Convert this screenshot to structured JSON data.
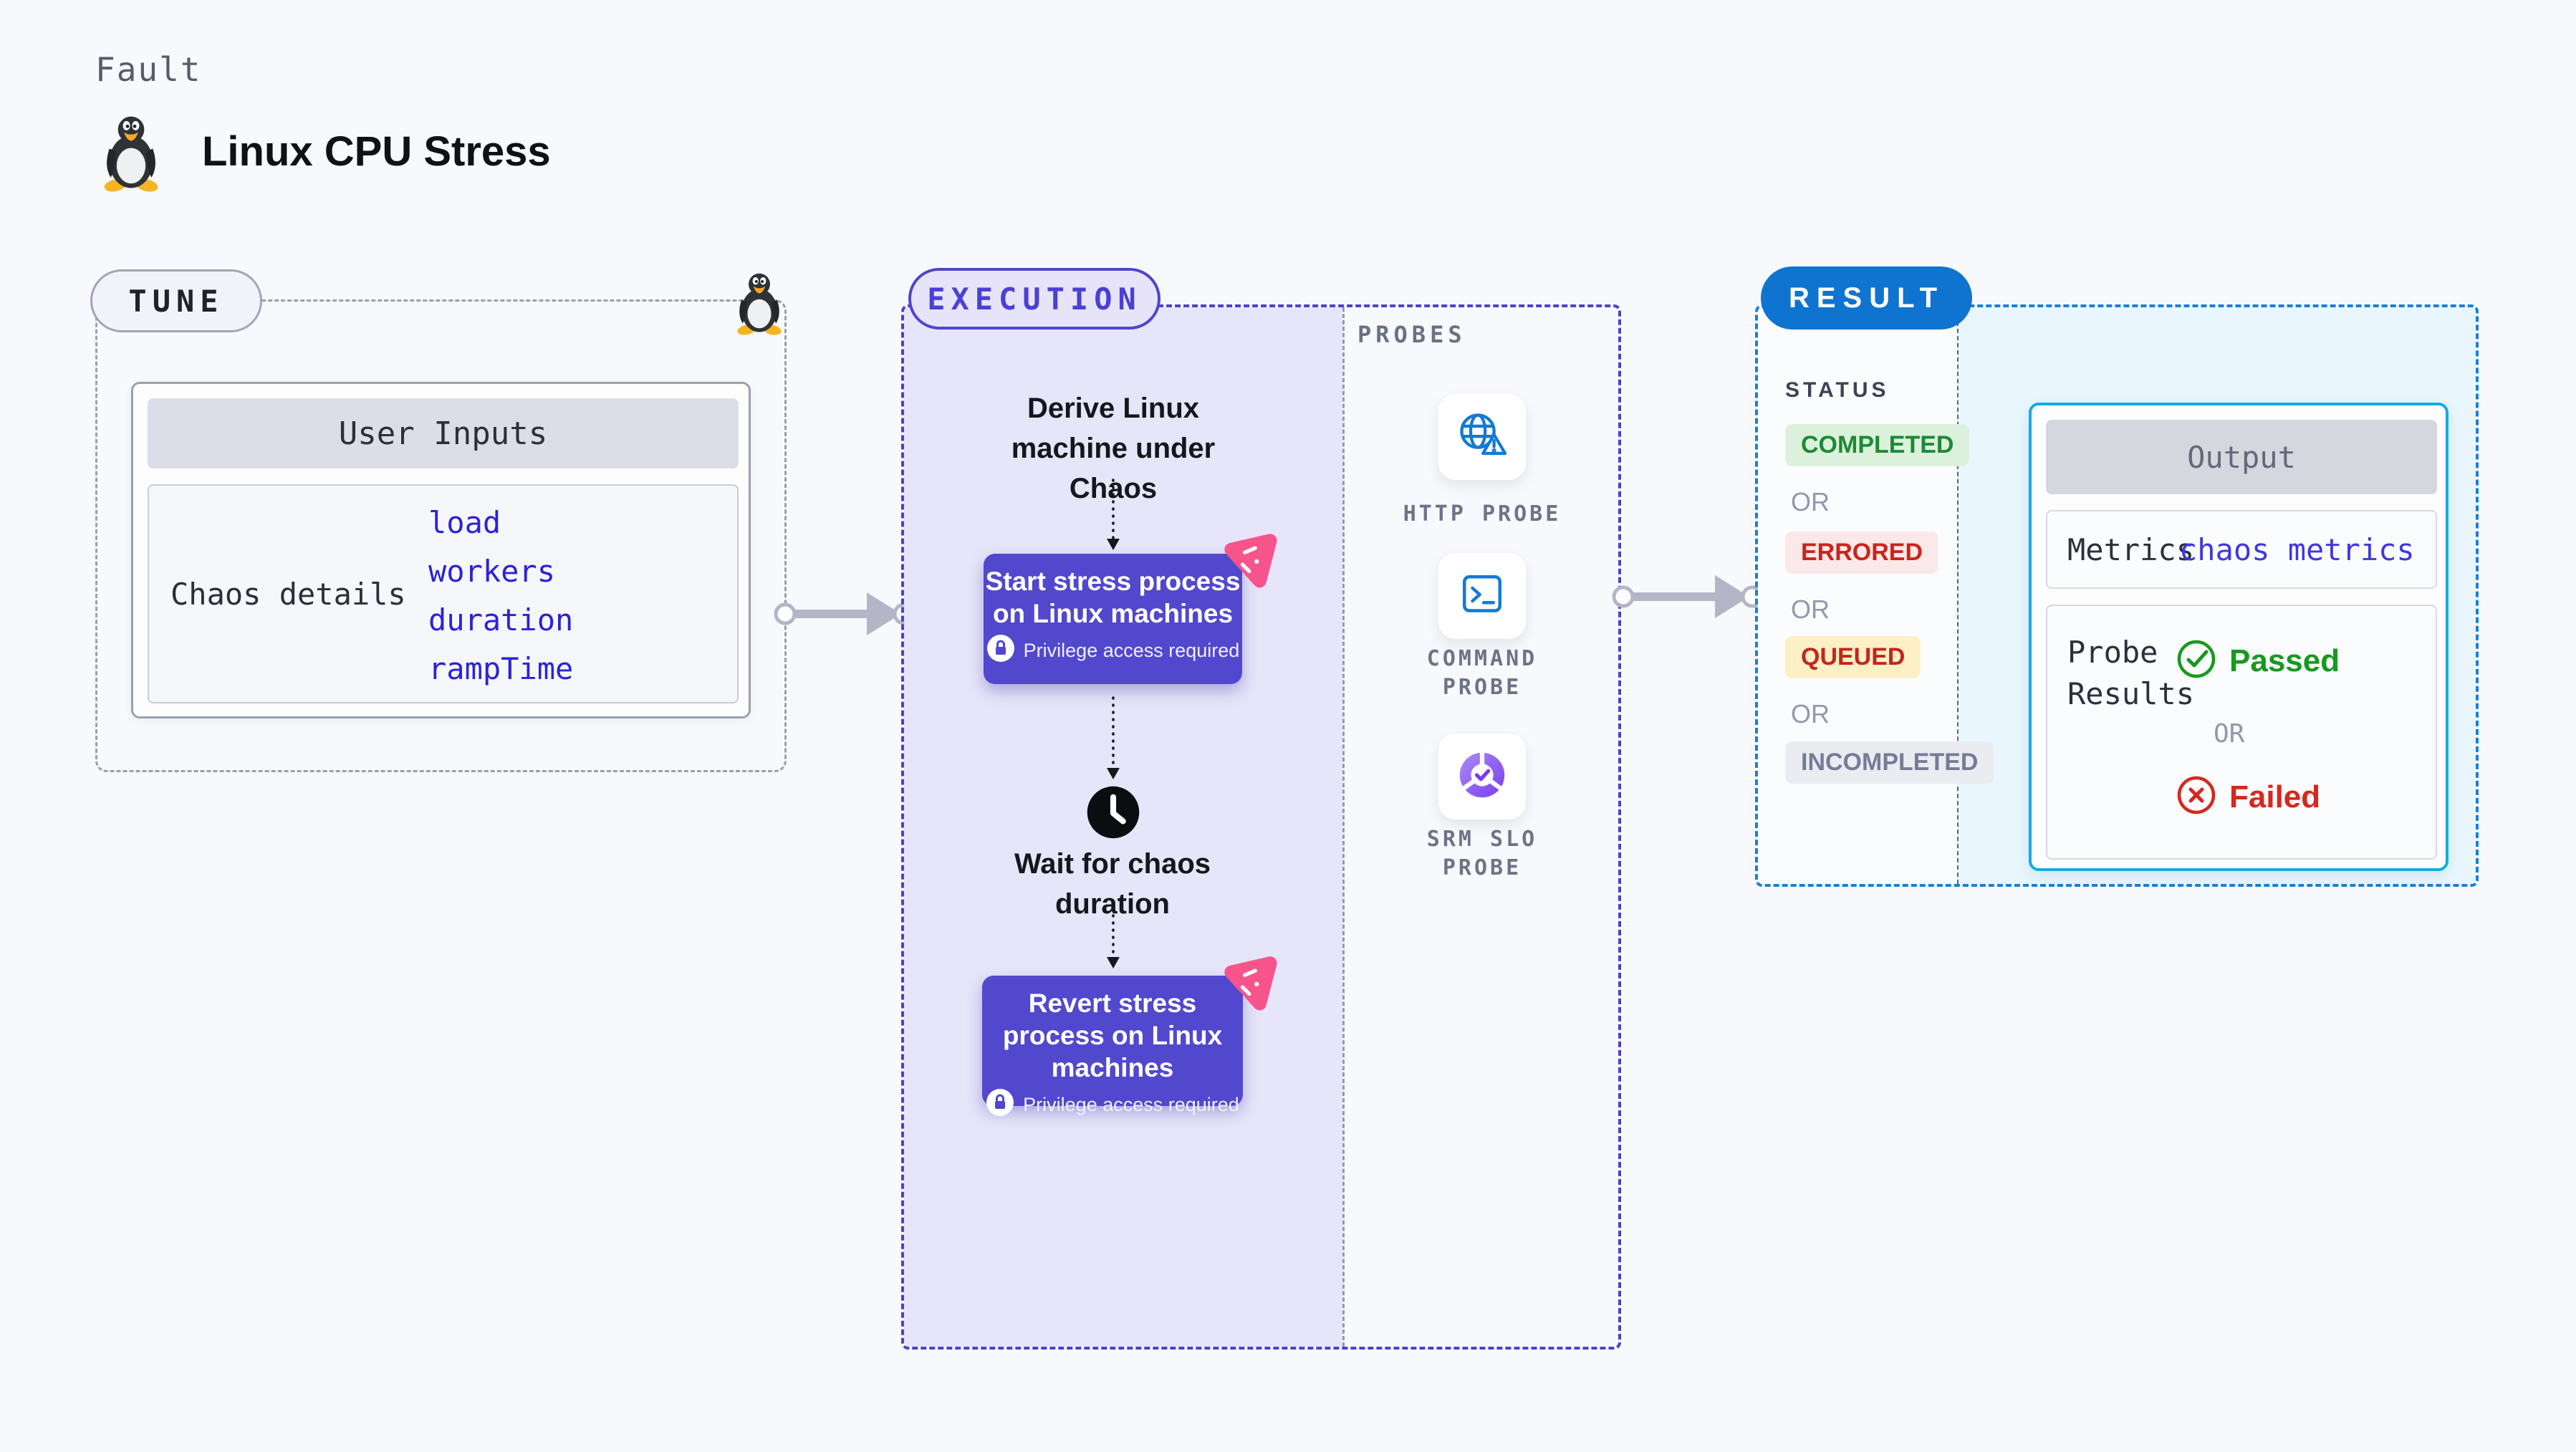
{
  "page": {
    "kicker": "Fault",
    "title": "Linux CPU Stress"
  },
  "tune": {
    "badge": "TUNE",
    "card_title": "User Inputs",
    "row_label": "Chaos details",
    "inputs": [
      "load",
      "workers",
      "duration",
      "rampTime"
    ]
  },
  "execution": {
    "badge": "EXECUTION",
    "derive_label": "Derive Linux machine under Chaos",
    "start_node": {
      "title": "Start stress process on Linux machines",
      "note": "Privilege access required"
    },
    "wait_label": "Wait for chaos duration",
    "revert_node": {
      "title": "Revert stress process on Linux machines",
      "note": "Privilege access required"
    }
  },
  "probes": {
    "title": "PROBES",
    "items": [
      {
        "label": "HTTP PROBE",
        "icon": "globe-alert-icon"
      },
      {
        "label": "COMMAND PROBE",
        "icon": "terminal-icon"
      },
      {
        "label": "SRM SLO PROBE",
        "icon": "slo-donut-icon"
      }
    ]
  },
  "result": {
    "badge": "RESULT",
    "status_title": "STATUS",
    "or_label": "OR",
    "statuses": [
      {
        "label": "COMPLETED",
        "fg": "#1d8a34",
        "bg": "#dcf1dc"
      },
      {
        "label": "ERRORED",
        "fg": "#c8251d",
        "bg": "#fbe8e8"
      },
      {
        "label": "QUEUED",
        "fg": "#c4251c",
        "bg": "#fdf0c6"
      },
      {
        "label": "INCOMPLETED",
        "fg": "#767c97",
        "bg": "#ebecf2"
      }
    ],
    "output": {
      "title": "Output",
      "metrics_label": "Metrics",
      "metrics_value": "chaos metrics",
      "probe_results_label": "Probe Results",
      "passed": "Passed",
      "failed": "Failed"
    }
  },
  "colors": {
    "page_bg": "#f8f9fc",
    "tune_dash": "#9aa0ac",
    "execution_indigo": "#4c41cf",
    "execution_fill": "#e7e5f9",
    "node_button": "#5248ce",
    "chaos_pink": "#f7548b",
    "probe_icon_blue": "#1379d4",
    "srm_purple": "#7a3bec",
    "result_blue_dash": "#1780da",
    "result_badge_blue": "#0e74d0",
    "result_fill": "#e9f6fd",
    "output_border": "#14abe4",
    "passed_green": "#17991f",
    "failed_red": "#d6281e",
    "link_blue": "#2b22d9"
  }
}
